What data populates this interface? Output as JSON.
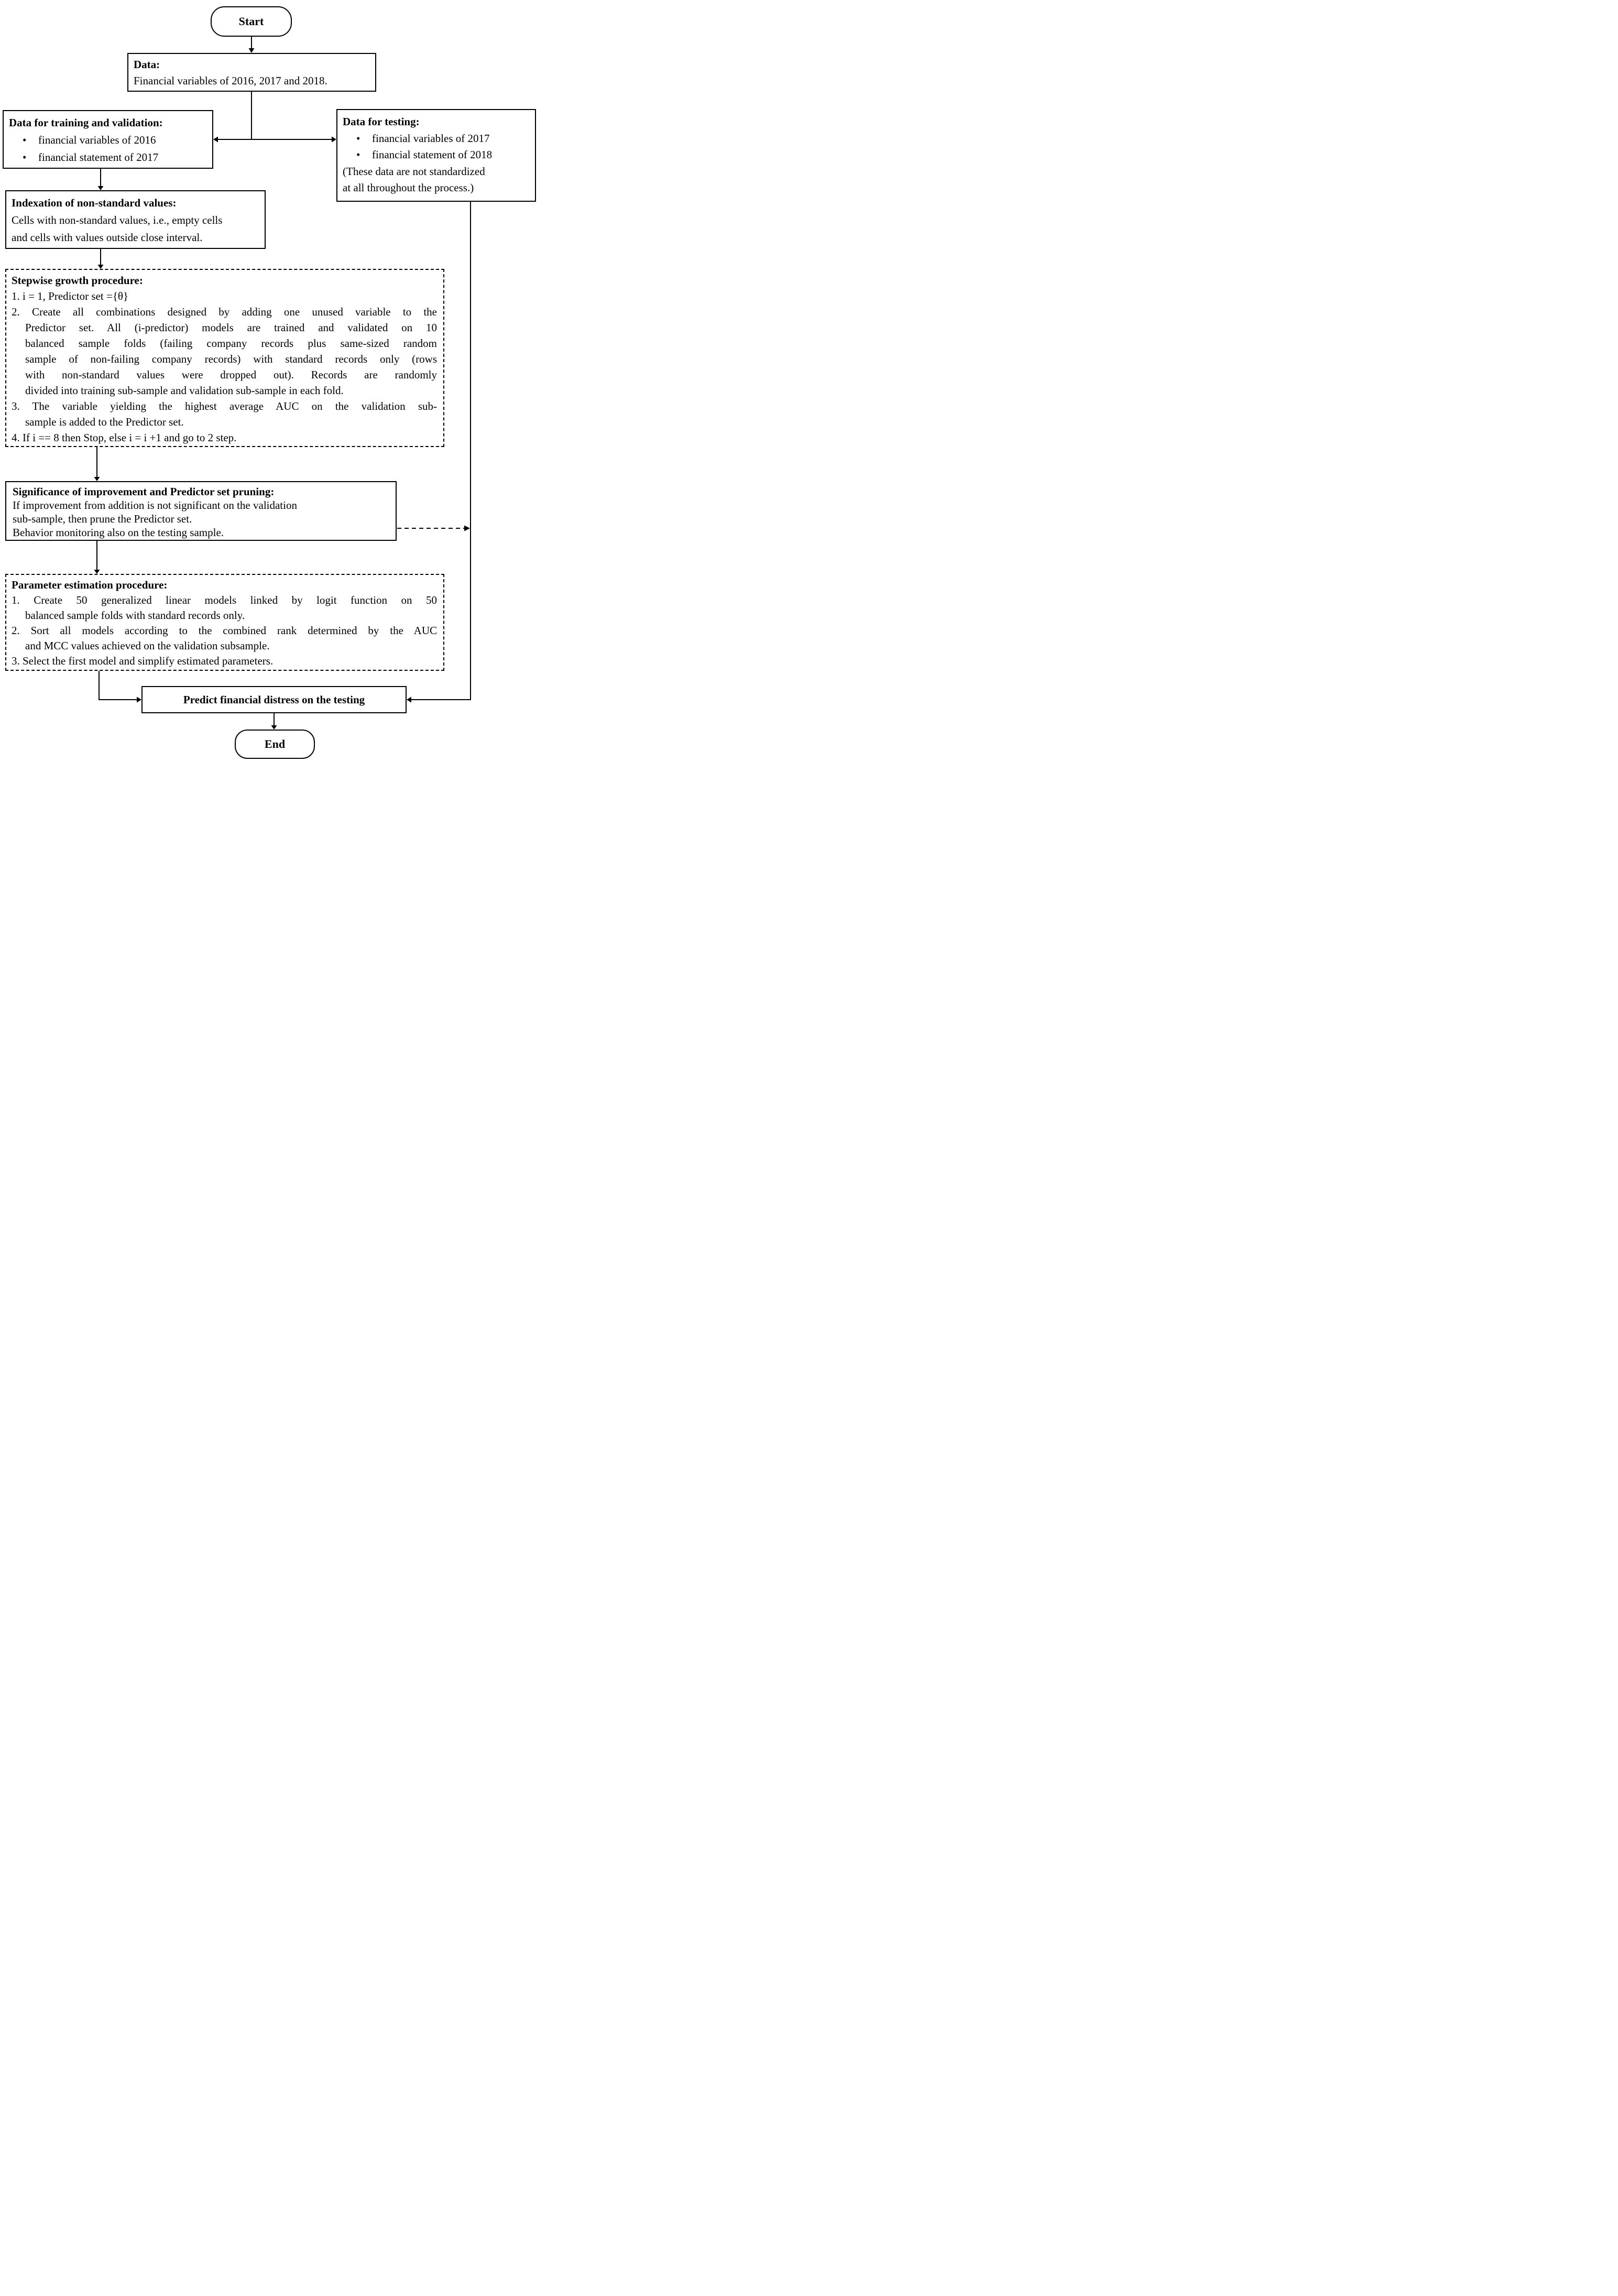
{
  "glyphs": {
    "bullet": "•"
  },
  "nodes": {
    "start": {
      "label": "Start"
    },
    "data": {
      "title": "Data:",
      "line": "Financial variables of 2016, 2017 and 2018."
    },
    "training": {
      "title": "Data for training and validation:",
      "bullets": [
        "financial variables of 2016",
        "financial statement of 2017"
      ]
    },
    "testing": {
      "title": "Data for testing:",
      "bullets": [
        "financial variables of 2017",
        "financial statement of 2018"
      ],
      "note": [
        "(These data are not standardized",
        "at all throughout the process.)"
      ]
    },
    "indexation": {
      "title": "Indexation of non-standard values:",
      "lines": [
        "Cells with non-standard values, i.e., empty cells",
        "and cells with values outside close interval."
      ]
    },
    "stepwise": {
      "title": "Stepwise growth procedure:",
      "lines": [
        "1. i = 1, Predictor set ={θ}",
        "2. Create all combinations designed by adding one unused variable to the",
        "Predictor set. All (i-predictor) models are trained and validated on 10",
        "balanced sample folds (failing company records plus same-sized random",
        "sample of non-failing company records) with standard records only (rows",
        "with non-standard values were dropped out). Records are randomly",
        "divided into training sub-sample and validation sub-sample in each fold.",
        "3. The variable yielding the highest average AUC on the validation sub-",
        "sample is added to the Predictor set.",
        "4. If i == 8 then Stop, else i = i +1 and go to 2 step."
      ]
    },
    "significance": {
      "title": "Significance of improvement and Predictor set pruning:",
      "lines": [
        "If improvement from addition is not significant on the validation",
        "sub-sample, then prune the Predictor set.",
        "Behavior monitoring also on the testing sample."
      ]
    },
    "parameter": {
      "title": "Parameter estimation procedure:",
      "lines": [
        "1. Create 50 generalized linear models linked by logit function on 50",
        "balanced sample folds with standard records only.",
        "2. Sort all models according to the combined rank determined by the AUC",
        "and MCC values achieved on the validation subsample.",
        "3. Select the first model and simplify estimated parameters."
      ]
    },
    "predict": {
      "label": "Predict financial distress on the testing"
    },
    "end": {
      "label": "End"
    }
  }
}
